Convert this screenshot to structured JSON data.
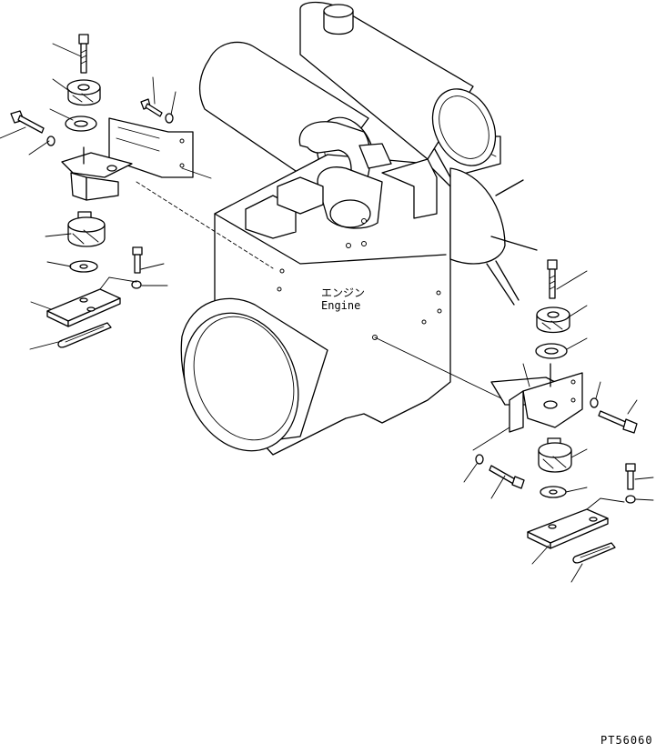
{
  "diagram": {
    "engine_label_jp": "エンジン",
    "engine_label_en": "Engine",
    "drawing_code": "PT56060"
  }
}
